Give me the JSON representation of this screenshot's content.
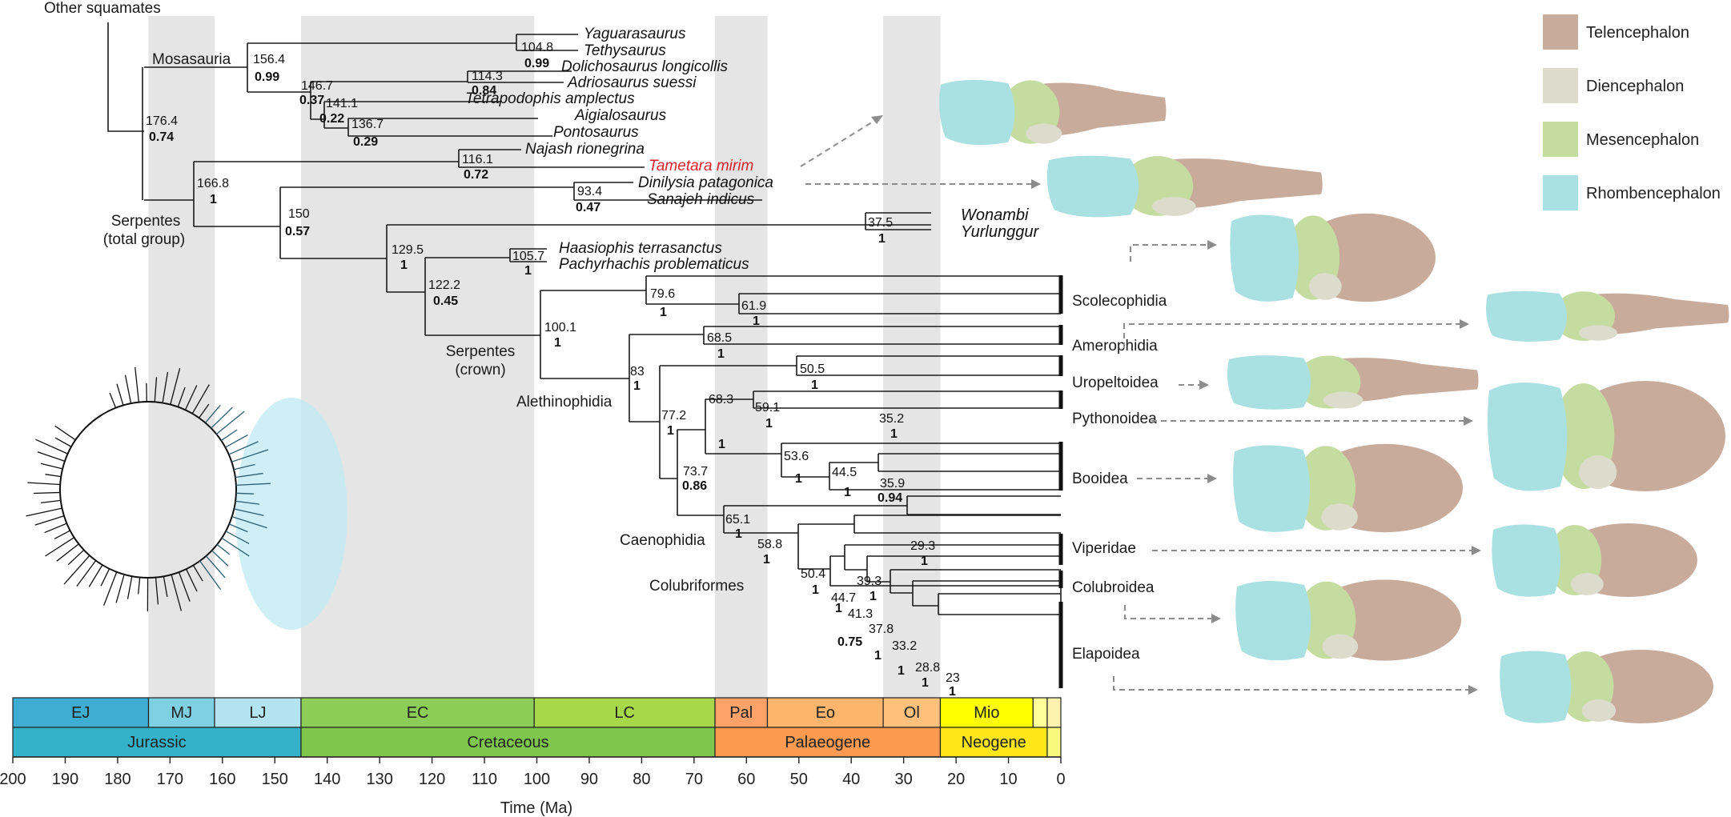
{
  "x_axis": {
    "label": "Time (Ma)",
    "ticks": [
      200,
      190,
      180,
      170,
      160,
      150,
      140,
      130,
      120,
      110,
      100,
      90,
      80,
      70,
      60,
      50,
      40,
      30,
      20,
      10,
      0
    ]
  },
  "epochs": [
    {
      "label": "EJ",
      "start": 201,
      "end": 174.1,
      "color": "#3eadd1"
    },
    {
      "label": "MJ",
      "start": 174.1,
      "end": 161.5,
      "color": "#7fd0e2"
    },
    {
      "label": "LJ",
      "start": 161.5,
      "end": 145,
      "color": "#b3e3ee"
    },
    {
      "label": "EC",
      "start": 145,
      "end": 100.5,
      "color": "#8ccd57"
    },
    {
      "label": "LC",
      "start": 100.5,
      "end": 66,
      "color": "#a6d84a"
    },
    {
      "label": "Pal",
      "start": 66,
      "end": 56,
      "color": "#fda36a"
    },
    {
      "label": "Eo",
      "start": 56,
      "end": 33.9,
      "color": "#fdb46c"
    },
    {
      "label": "Ol",
      "start": 33.9,
      "end": 23,
      "color": "#fec07a"
    },
    {
      "label": "Mio",
      "start": 23,
      "end": 5.3,
      "color": "#ffff00"
    },
    {
      "label": "",
      "start": 5.3,
      "end": 2.6,
      "color": "#ffff99"
    },
    {
      "label": "",
      "start": 2.6,
      "end": 0,
      "color": "#fff2ae"
    }
  ],
  "periods": [
    {
      "label": "Jurassic",
      "start": 201,
      "end": 145,
      "color": "#34b2c9"
    },
    {
      "label": "Cretaceous",
      "start": 145,
      "end": 66,
      "color": "#7fc64e"
    },
    {
      "label": "Palaeogene",
      "start": 66,
      "end": 23,
      "color": "#fd9a52"
    },
    {
      "label": "Neogene",
      "start": 23,
      "end": 2.6,
      "color": "#ffe619"
    },
    {
      "label": "",
      "start": 2.6,
      "end": 0,
      "color": "#f9f97f"
    }
  ],
  "grey_bands": [
    [
      174.1,
      161.5
    ],
    [
      145,
      100.5
    ],
    [
      66,
      56
    ],
    [
      33.9,
      23
    ]
  ],
  "taxa": {
    "yaguarasaurus": "Yaguarasaurus",
    "tethysaurus": "Tethysaurus",
    "dolichosaurus": "Dolichosaurus longicollis",
    "adriosaurus": "Adriosaurus suessi",
    "tetrapodophis": "Tetrapodophis amplectus",
    "aigialosaurus": "Aigialosaurus",
    "pontosaurus": "Pontosaurus",
    "najash": "Najash rionegrina",
    "tametara": "Tametara mirim",
    "dinilysia": "Dinilysia patagonica",
    "sanajeh": "Sanajeh indicus",
    "wonambi": "Wonambi",
    "yurlunggur": "Yurlunggur",
    "haasiophis": "Haasiophis terrasanctus",
    "pachyrhachis": "Pachyrhachis problematicus"
  },
  "clades": {
    "other_squamates": "Other squamates",
    "mosasauria": "Mosasauria",
    "serpentes_total_1": "Serpentes",
    "serpentes_total_2": "(total group)",
    "serpentes_crown_1": "Serpentes",
    "serpentes_crown_2": "(crown)",
    "alethinophidia": "Alethinophidia",
    "caenophidia": "Caenophidia",
    "colubriformes": "Colubriformes",
    "scolecophidia": "Scolecophidia",
    "amerophidia": "Amerophidia",
    "uropeltoidea": "Uropeltoidea",
    "pythonoidea": "Pythonoidea",
    "booidea": "Booidea",
    "viperidae": "Viperidae",
    "colubroidea": "Colubroidea",
    "elapoidea": "Elapoidea"
  },
  "nodes": {
    "n1": {
      "age": "176.4",
      "support": "0.74"
    },
    "n2": {
      "age": "156.4",
      "support": "0.99"
    },
    "n3": {
      "age": "104.8",
      "support": "0.99"
    },
    "n4": {
      "age": "146.7",
      "support": "0.37"
    },
    "n5": {
      "age": "114.3",
      "support": "0.84"
    },
    "n6": {
      "age": "141.1",
      "support": "0.22"
    },
    "n7": {
      "age": "136.7",
      "support": "0.29"
    },
    "n8": {
      "age": "166.8",
      "support": "1"
    },
    "n9": {
      "age": "116.1",
      "support": "0.72"
    },
    "n10": {
      "age": "150",
      "support": "0.57"
    },
    "n11": {
      "age": "93.4",
      "support": "0.47"
    },
    "n12": {
      "age": "129.5",
      "support": "1"
    },
    "n13": {
      "age": "37.5",
      "support": "1"
    },
    "n14": {
      "age": "122.2",
      "support": "0.45"
    },
    "n15": {
      "age": "105.7",
      "support": "1"
    },
    "n16": {
      "age": "100.1",
      "support": "1"
    },
    "n17": {
      "age": "79.6",
      "support": "1"
    },
    "n18": {
      "age": "61.9",
      "support": "1"
    },
    "n19": {
      "age": "83",
      "support": "1"
    },
    "n20": {
      "age": "68.5",
      "support": "1"
    },
    "n21": {
      "age": "77.2",
      "support": "1"
    },
    "n22": {
      "age": "50.5",
      "support": "1"
    },
    "n23": {
      "age": "73.7",
      "support": "0.86"
    },
    "n24": {
      "age": "68.3",
      "support": "1"
    },
    "n25": {
      "age": "59.1",
      "support": "1"
    },
    "n26": {
      "age": "35.2",
      "support": "1"
    },
    "n27": {
      "age": "53.6",
      "support": "1"
    },
    "n28": {
      "age": "44.5",
      "support": "1"
    },
    "n29": {
      "age": "35.9",
      "support": "0.94"
    },
    "n30": {
      "age": "65.1",
      "support": "1"
    },
    "n31": {
      "age": "58.8",
      "support": "1"
    },
    "n32": {
      "age": "29.3",
      "support": "1"
    },
    "n33": {
      "age": "50.4",
      "support": "1"
    },
    "n34": {
      "age": "39.3",
      "support": "1"
    },
    "n35": {
      "age": "44.7",
      "support": "1"
    },
    "n36": {
      "age": "41.3",
      "support": "0.75"
    },
    "n37": {
      "age": "37.8",
      "support": "1"
    },
    "n38": {
      "age": "33.2",
      "support": "1"
    },
    "n39": {
      "age": "28.8",
      "support": "1"
    },
    "n40": {
      "age": "23",
      "support": "1"
    }
  },
  "legend": [
    {
      "label": "Telencephalon",
      "color": "#c8ab9b"
    },
    {
      "label": "Diencephalon",
      "color": "#dcdccd"
    },
    {
      "label": "Mesencephalon",
      "color": "#c4dca0"
    },
    {
      "label": "Rhombencephalon",
      "color": "#a9e0e2"
    }
  ],
  "colors": {
    "highlight": "#d9202a",
    "tree": "#1a1a1a",
    "band": "#e5e5e5",
    "arrow": "#8c8c8c"
  },
  "inset_icon": "circular-phylogeny-inset",
  "brain_icons": [
    "brain-model-tethysaurus",
    "brain-model-dinilysia",
    "brain-model-scolecophidia",
    "brain-model-amerophidia",
    "brain-model-uropeltoidea",
    "brain-model-pythonoidea",
    "brain-model-booidea",
    "brain-model-viperidae",
    "brain-model-colubroidea",
    "brain-model-elapoidea"
  ]
}
